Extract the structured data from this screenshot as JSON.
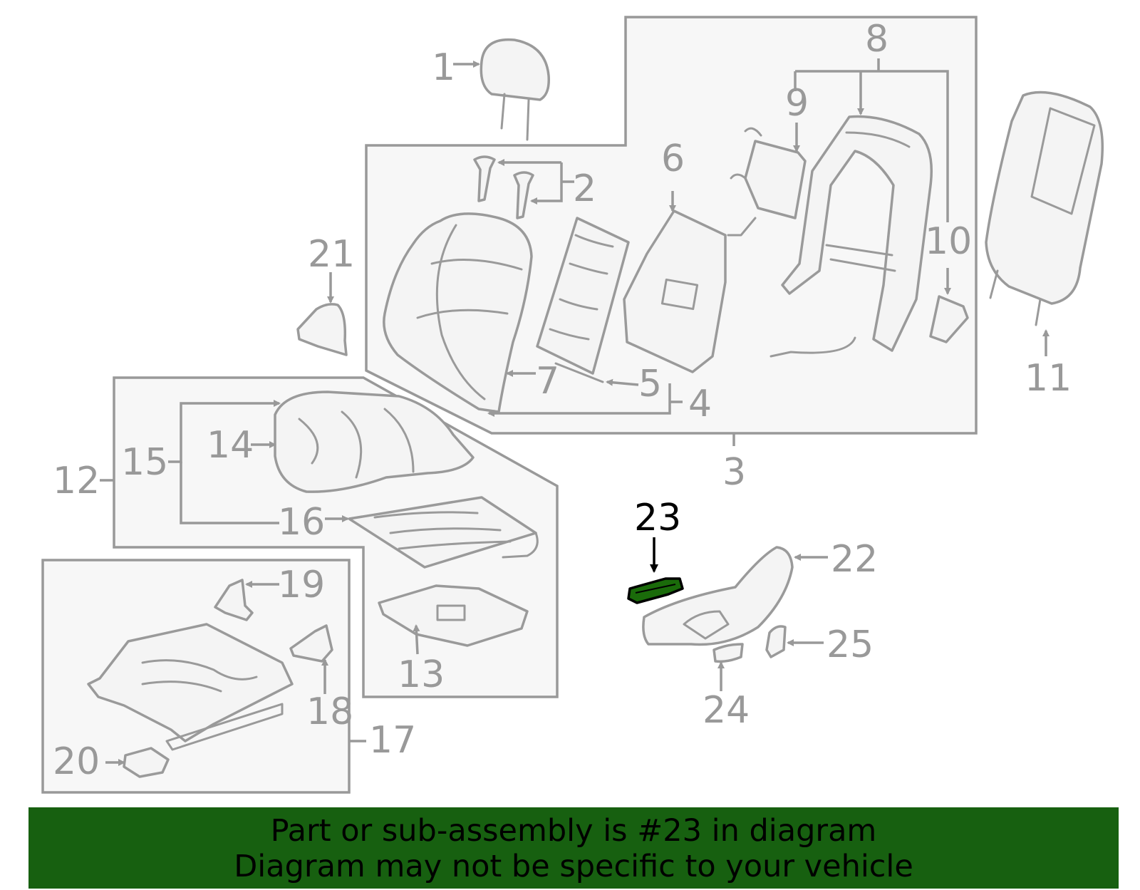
{
  "diagram": {
    "callouts": [
      "1",
      "2",
      "3",
      "4",
      "5",
      "6",
      "7",
      "8",
      "9",
      "10",
      "11",
      "12",
      "13",
      "14",
      "15",
      "16",
      "17",
      "18",
      "19",
      "20",
      "21",
      "22",
      "23",
      "24",
      "25"
    ],
    "highlighted_part": "23",
    "colors": {
      "line_gray": "#999999",
      "box_fill": "#f7f7f7",
      "highlight_part": "#1a6b0a",
      "banner_green": "#176010",
      "highlight_label": "#000000"
    }
  },
  "banner": {
    "line1": "Part or sub-assembly is #23 in diagram",
    "line2": "Diagram may not be specific to your vehicle"
  }
}
